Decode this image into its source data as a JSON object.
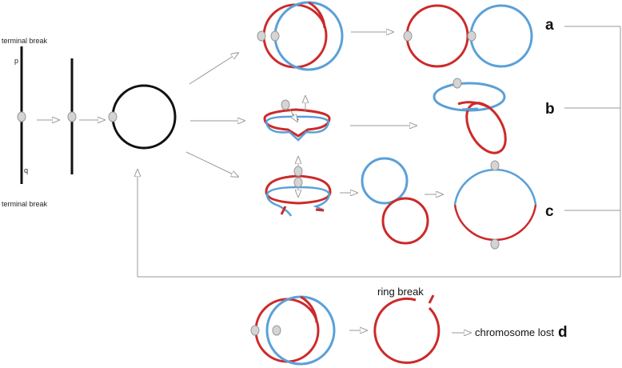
{
  "labels": {
    "terminal_break_top": "terminal break",
    "terminal_break_bottom": "terminal break",
    "p_arm": "p",
    "q_arm": "q",
    "ring_break": "ring break",
    "chromosome_lost": "chromosome lost"
  },
  "panels": {
    "a": "a",
    "b": "b",
    "c": "c",
    "d": "d"
  },
  "colors": {
    "red": "#cc2a2a",
    "blue": "#5aa0d8",
    "black": "#111111",
    "arrow": "#9a9a9a",
    "centromere": "#d4d4d4"
  }
}
